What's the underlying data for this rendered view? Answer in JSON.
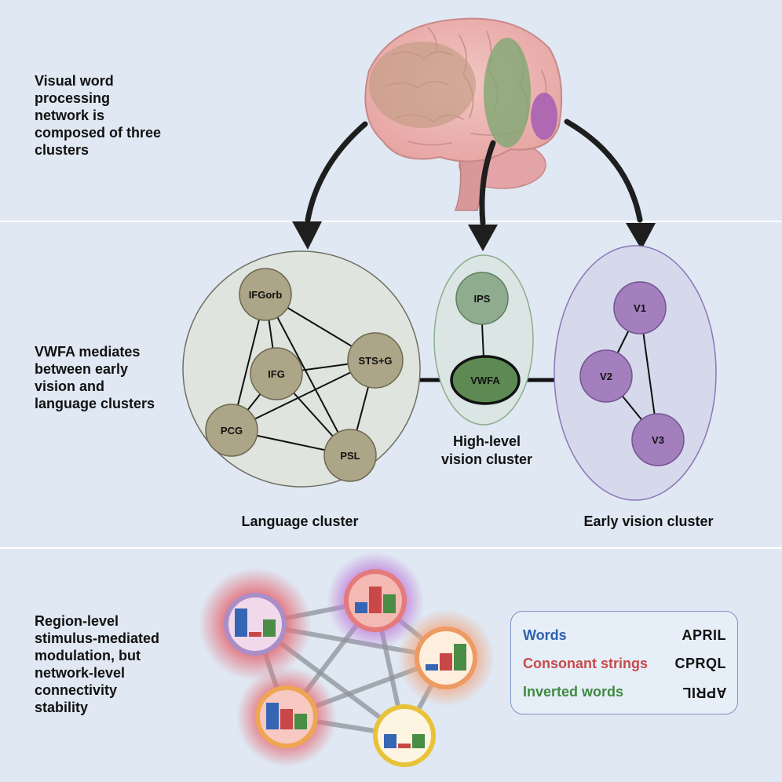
{
  "sections": {
    "top_text": [
      "Visual word",
      "processing",
      "network is",
      "composed of three",
      "clusters"
    ],
    "middle_text": [
      "VWFA mediates",
      "between early",
      "vision and",
      "language clusters"
    ],
    "bottom_text": [
      "Region-level",
      "stimulus-mediated",
      "modulation, but",
      "network-level",
      "connectivity",
      "stability"
    ]
  },
  "clusters": {
    "language": {
      "caption": "Language cluster",
      "nodes": [
        "IFGorb",
        "IFG",
        "STS+G",
        "PCG",
        "PSL"
      ],
      "color": "#ada587"
    },
    "high_level": {
      "caption_lines": [
        "High-level",
        "vision cluster"
      ],
      "nodes": [
        "IPS",
        "VWFA"
      ],
      "color": "#8fac8f"
    },
    "early": {
      "caption": "Early vision cluster",
      "nodes": [
        "V1",
        "V2",
        "V3"
      ],
      "color": "#a37fbd"
    }
  },
  "legend": {
    "items": [
      {
        "name": "Words",
        "example": "APRIL",
        "color": "#2e5fad",
        "mirrored": false
      },
      {
        "name": "Consonant strings",
        "example": "CPRQL",
        "color": "#c94a4a",
        "mirrored": false
      },
      {
        "name": "Inverted words",
        "example": "APRIL",
        "color": "#3f8a3f",
        "mirrored": true
      }
    ]
  },
  "bar_series_colors": [
    "#3566b4",
    "#c84848",
    "#4a8d47"
  ],
  "network_nodes": [
    {
      "label": "node-1",
      "values": [
        0.9,
        0.15,
        0.55
      ]
    },
    {
      "label": "node-2",
      "values": [
        0.35,
        0.85,
        0.6
      ]
    },
    {
      "label": "node-3",
      "values": [
        0.2,
        0.55,
        0.85
      ]
    },
    {
      "label": "node-4",
      "values": [
        0.85,
        0.65,
        0.5
      ]
    },
    {
      "label": "node-5",
      "values": [
        0.45,
        0.15,
        0.45
      ]
    }
  ]
}
